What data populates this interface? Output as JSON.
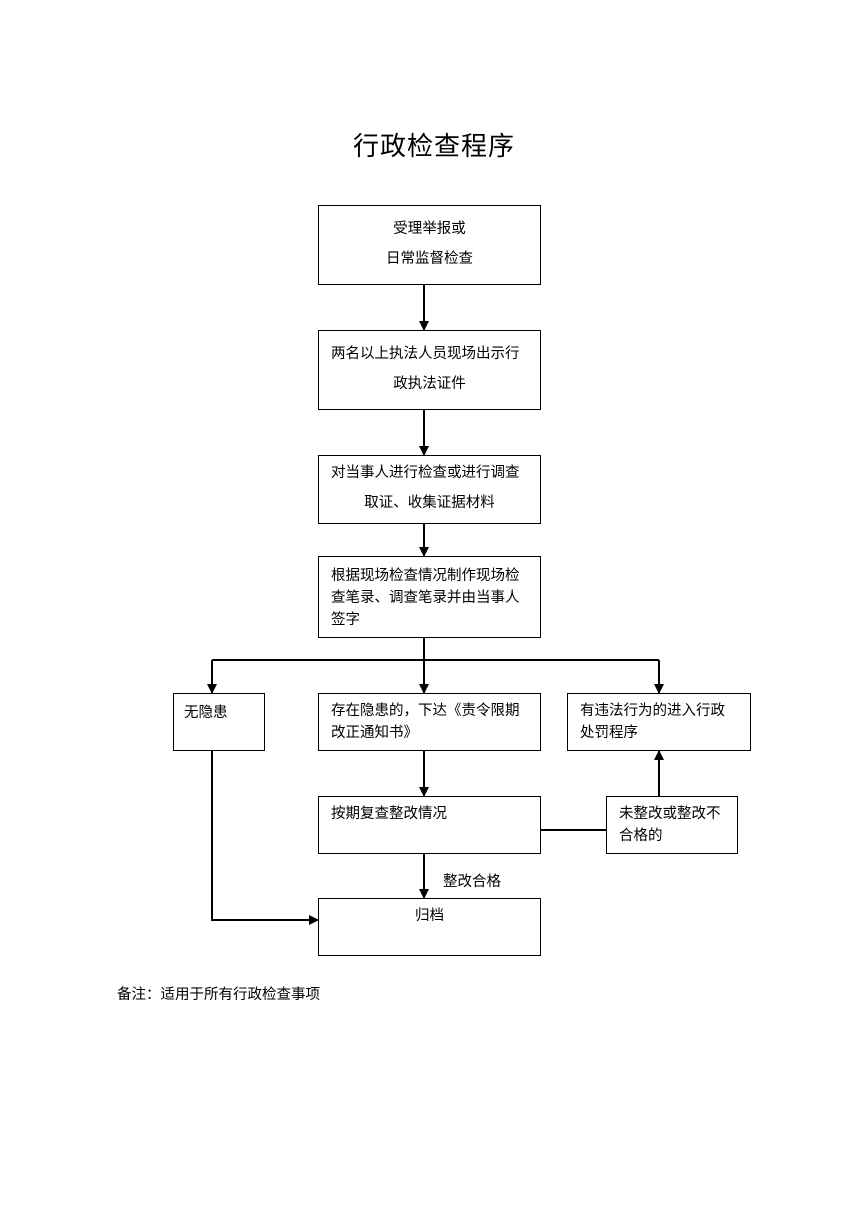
{
  "title": "行政检查程序",
  "steps": {
    "step1": [
      "受理举报或",
      "日常监督检查"
    ],
    "step2": [
      "两名以上执法人员现场出示行",
      "政执法证件"
    ],
    "step3": [
      "对当事人进行检查或进行调查",
      "取证、收集证据材料"
    ],
    "step4": [
      "根据现场检查情况制作现场检",
      "查笔录、调查笔录并由当事人",
      "签字"
    ],
    "no_hazard": [
      "无隐患"
    ],
    "hazard": [
      "存在隐患的，下达《责令限期",
      "改正通知书》"
    ],
    "violation": [
      "有违法行为的进入行政",
      "处罚程序"
    ],
    "recheck": [
      "按期复查整改情况"
    ],
    "not_rectified": [
      "未整改或整改不",
      "合格的"
    ],
    "archive": [
      "归档"
    ]
  },
  "edge_label_qualified": "整改合格",
  "note": "备注：适用于所有行政检查事项"
}
